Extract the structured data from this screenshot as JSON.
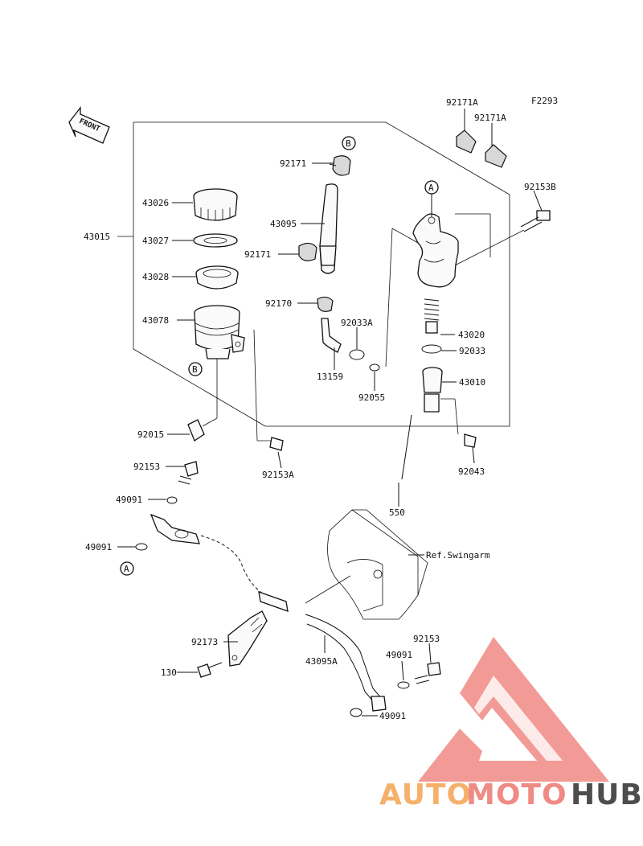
{
  "figure_code": "F2293",
  "front_label": "FRONT",
  "ref_label": "Ref.Swingarm",
  "markers": {
    "a": "A",
    "b": "B"
  },
  "watermark": {
    "part1": "AUTO",
    "part2": "MOTO",
    "part3": "HUB",
    "color1": "#f5b06a",
    "color2": "#ef8a84",
    "color3": "#4d4d4d",
    "logo_color": "#f08a84"
  },
  "parts": {
    "p92171A_1": "92171A",
    "p92171A_2": "92171A",
    "p92153B": "92153B",
    "p92171_top": "92171",
    "p43026": "43026",
    "p43095": "43095",
    "p43015": "43015",
    "p43027": "43027",
    "p92171_mid": "92171",
    "p43028": "43028",
    "p92170": "92170",
    "p92033A": "92033A",
    "p43078": "43078",
    "p43020": "43020",
    "p92033": "92033",
    "p13159": "13159",
    "p43010": "43010",
    "p92055": "92055",
    "p92015": "92015",
    "p92153A": "92153A",
    "p92043": "92043",
    "p92153_left": "92153",
    "p49091_a": "49091",
    "p550": "550",
    "p49091_b": "49091",
    "p92173": "92173",
    "p43095A": "43095A",
    "p92153_right": "92153",
    "p49091_c": "49091",
    "p130": "130",
    "p49091_d": "49091"
  }
}
